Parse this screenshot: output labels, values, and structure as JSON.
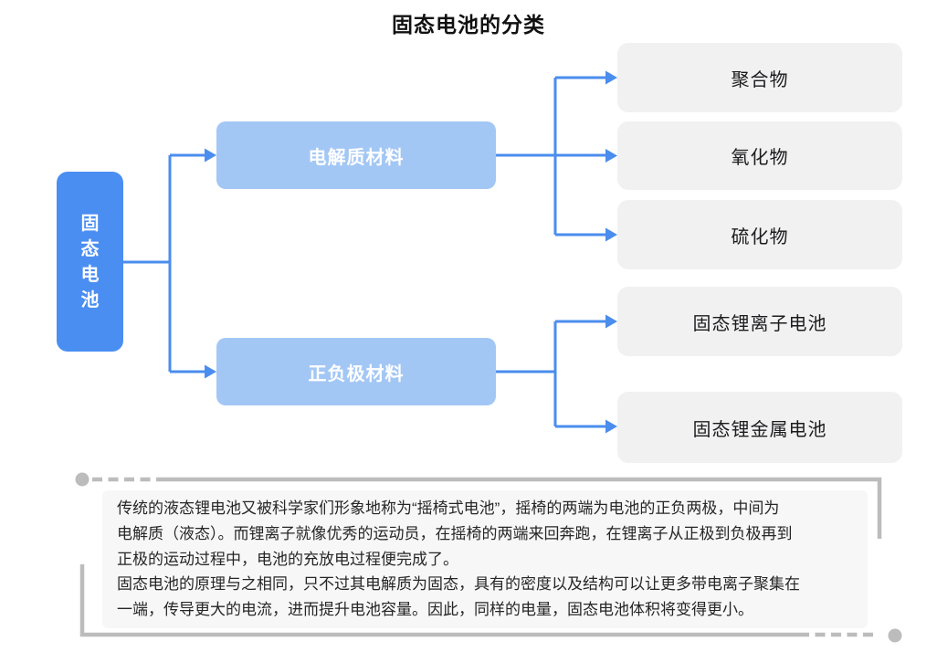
{
  "title": "固态电池的分类",
  "colors": {
    "root-box": "#4a8ef2",
    "branch-box": "#a3c7f5",
    "leaf-box": "#f1f1f2",
    "connector": "#4a8dee",
    "frame": "#bcbcbc",
    "note-bg": "#f7f7f7",
    "heading-text": "#111111",
    "box-text": "#ffffff",
    "leaf-text": "#1c1c1e",
    "note-text": "#262626"
  },
  "diagram": {
    "root": {
      "label": "固态电池",
      "chars": [
        "固",
        "态",
        "电",
        "池"
      ]
    },
    "branches": [
      {
        "label": "电解质材料",
        "children": [
          "聚合物",
          "氧化物",
          "硫化物"
        ]
      },
      {
        "label": "正负极材料",
        "children": [
          "固态锂离子电池",
          "固态锂金属电池"
        ]
      }
    ]
  },
  "note": {
    "lines": [
      "传统的液态锂电池又被科学家们形象地称为“摇椅式电池”，摇椅的两端为电池的正负两极，中间为",
      "电解质（液态）。而锂离子就像优秀的运动员，在摇椅的两端来回奔跑，在锂离子从正极到负极再到",
      "正极的运动过程中，电池的充放电过程便完成了。",
      "固态电池的原理与之相同，只不过其电解质为固态，具有的密度以及结构可以让更多带电离子聚集在",
      "一端，传导更大的电流，进而提升电池容量。因此，同样的电量，固态电池体积将变得更小。"
    ]
  }
}
